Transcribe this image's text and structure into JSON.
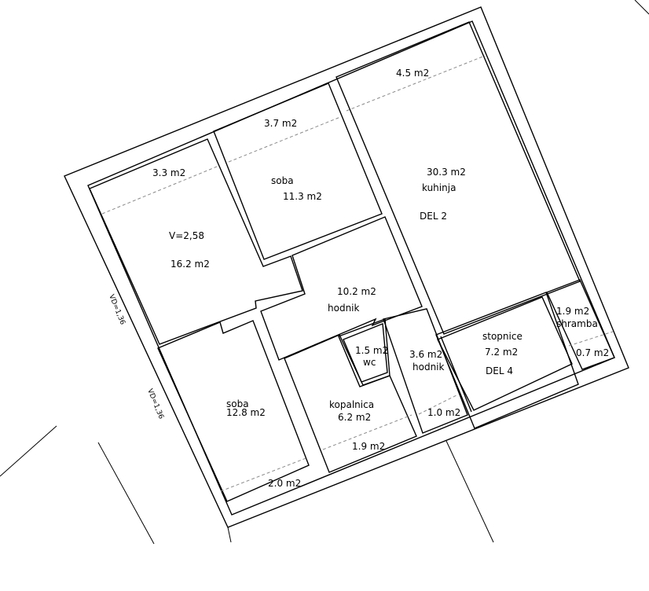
{
  "plan": {
    "labels": {
      "area_v3_3": "3.3 m2",
      "room_v_height": "V=2,58",
      "room_v_area": "16.2 m2",
      "area_v3_7": "3.7 m2",
      "soba1_name": "soba",
      "soba1_area": "11.3 m2",
      "area_v4_5": "4.5 m2",
      "kitchen_area": "30.3 m2",
      "kitchen_name": "kuhinja",
      "kitchen_part": "DEL 2",
      "hall_area": "10.2 m2",
      "hall_name": "hodnik",
      "wc_area": "1.5 m2",
      "wc_name": "wc",
      "hall2_area": "3.6 m2",
      "hall2_name": "hodnik",
      "hall2_sub_area": "1.0 m2",
      "bath_name": "kopalnica",
      "bath_area": "6.2 m2",
      "bath_sub_area": "1.9 m2",
      "soba2_name": "soba",
      "soba2_area": "12.8 m2",
      "soba2_sub_area": "2.0 m2",
      "stairs_name": "stopnice",
      "stairs_area": "7.2 m2",
      "stairs_part": "DEL 4",
      "storage_area": "1.9 m2",
      "storage_name": "shramba",
      "storage_sub_area": "0.7 m2",
      "vd_upper": "VD=1,36",
      "vd_lower": "VD=1,36"
    }
  }
}
